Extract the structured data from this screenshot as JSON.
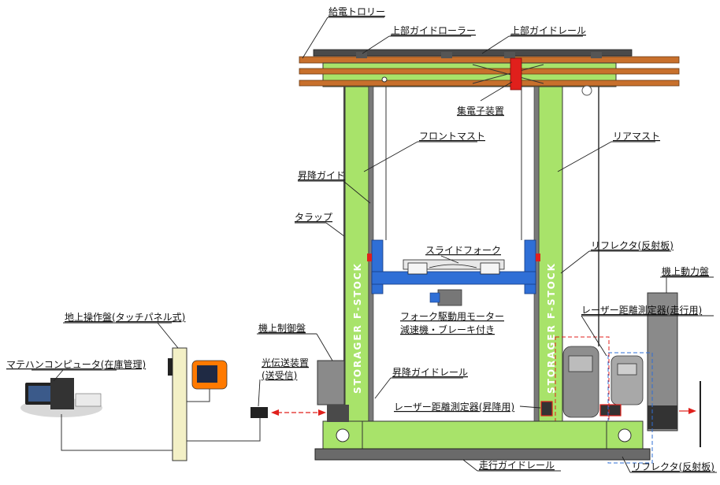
{
  "labels": {
    "trolley": "給電トロリー",
    "upper_guide_roller": "上部ガイドローラー",
    "upper_guide_rail": "上部ガイドレール",
    "collector": "集電子装置",
    "front_mast": "フロントマスト",
    "rear_mast": "リアマスト",
    "lift_guide": "昇降ガイド",
    "ladder": "タラップ",
    "slide_fork": "スライドフォーク",
    "reflector_upper": "リフレクタ(反射板)",
    "onboard_power_panel": "機上動力盤",
    "fork_motor_line1": "フォーク駆動用モーター",
    "fork_motor_line2": "減速機・ブレーキ付き",
    "laser_travel": "レーザー距離測定器(走行用)",
    "ground_panel": "地上操作盤(タッチパネル式)",
    "onboard_control_panel": "機上制御盤",
    "material_computer": "マテハンコンピュータ(在庫管理)",
    "optical_line1": "光伝送装置",
    "optical_line2": "(送受信)",
    "lift_guide_rail": "昇降ガイドレール",
    "laser_lift": "レーザー距離測定器(昇降用)",
    "travel_guide_rail": "走行ガイドレール",
    "reflector_lower": "リフレクタ(反射板)"
  },
  "mast_text": {
    "front": "STORAGER F-STOCK",
    "rear": "STORAGER F-STOCK"
  },
  "colors": {
    "mast_green": "#a8e36a",
    "rail_orange": "#c8702c",
    "carriage_blue": "#2f6fd6",
    "collector_red": "#e0201c",
    "panel_gray": "#8a8a8a",
    "ground_panel_yellow": "#f3f0c6"
  }
}
